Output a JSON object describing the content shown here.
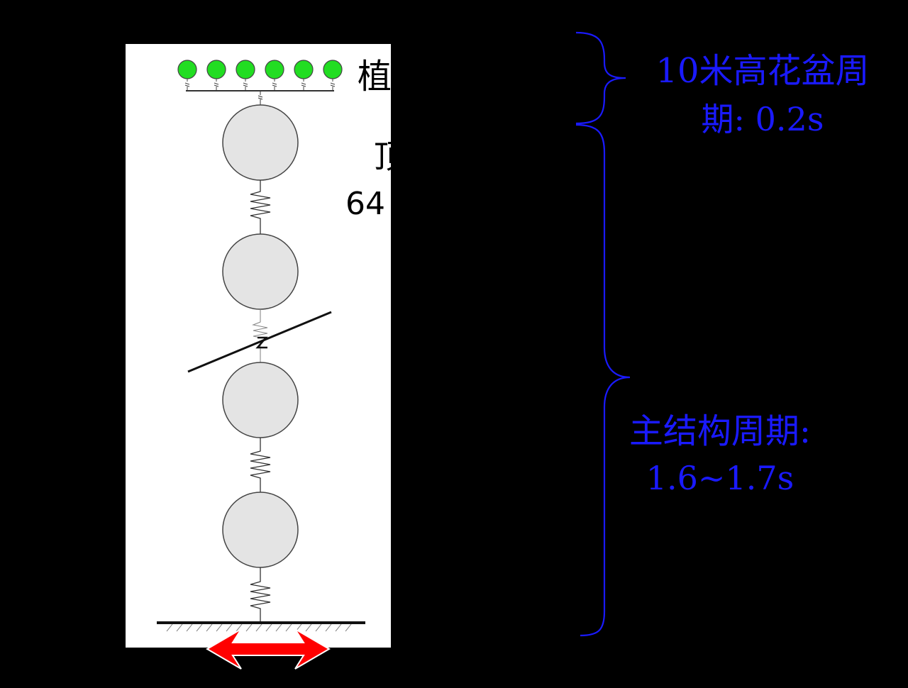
{
  "diagram": {
    "panel_labels": {
      "plant": "植",
      "top": "顶",
      "top_value": "64"
    },
    "annotations": {
      "planter_period_line1": "10米高花盆周",
      "planter_period_line2": "期: 0.2s",
      "main_period_line1": "主结构周期:",
      "main_period_line2": "1.6~1.7s"
    },
    "plant_count": 6,
    "mass_count": 4,
    "colors": {
      "background": "#000000",
      "panel": "#ffffff",
      "plant_green": "#22dd22",
      "mass_gray": "#e4e4e4",
      "annotation_blue": "#1a1aff",
      "ground_motion_red": "#ff0000"
    },
    "icons": [
      "plant-mass-icon",
      "floor-mass-icon",
      "spring-icon",
      "ground-icon",
      "double-arrow-icon",
      "curly-brace-icon"
    ]
  }
}
